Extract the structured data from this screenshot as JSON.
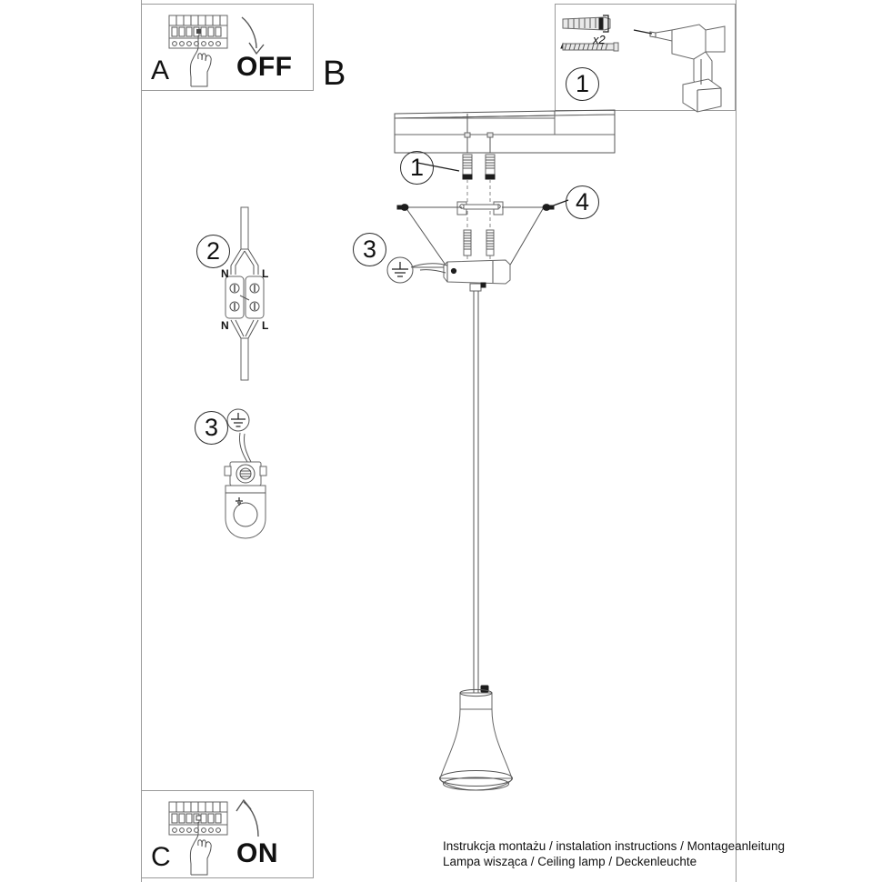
{
  "document": {
    "type": "installation-instruction-sheet",
    "caption_line1": "Instrukcja montażu / instalation instructions / Montageanleitung",
    "caption_line2": "Lampa wisząca / Ceiling lamp / Deckenleuchte"
  },
  "sections": {
    "a": {
      "letter": "A",
      "action_label": "OFF",
      "icon": "fuse-box-icon",
      "hand_icon": "hand-pointing-icon",
      "arrow_icon": "arrow-down-icon"
    },
    "b": {
      "letter": "B"
    },
    "c": {
      "letter": "C",
      "action_label": "ON",
      "icon": "fuse-box-icon",
      "hand_icon": "hand-pointing-icon",
      "arrow_icon": "arrow-up-icon"
    }
  },
  "parts_panel": {
    "step_number": "1",
    "quantity_label": "x2",
    "wall_plug_icon": "wall-plug-icon",
    "screw_icon": "screw-icon",
    "drill_icon": "power-drill-icon"
  },
  "steps": {
    "ceiling_fix": {
      "number": "1",
      "name": "screw-into-ceiling"
    },
    "terminal_block": {
      "number": "2",
      "name": "wire-terminal-connector"
    },
    "earth_left": {
      "number": "3",
      "name": "earth-connection-detail"
    },
    "earth_center": {
      "number": "3",
      "name": "earth-connection-bracket"
    },
    "canopy": {
      "number": "4",
      "name": "canopy-cover-fixing"
    }
  },
  "terminal_block": {
    "top_left_label": "N",
    "top_right_label": "L",
    "bottom_left_label": "N",
    "bottom_right_label": "L"
  },
  "colors": {
    "ink": "#1d1d1d",
    "line": "#555555",
    "frame": "#9a9a9a",
    "fill": "#ffffff"
  }
}
